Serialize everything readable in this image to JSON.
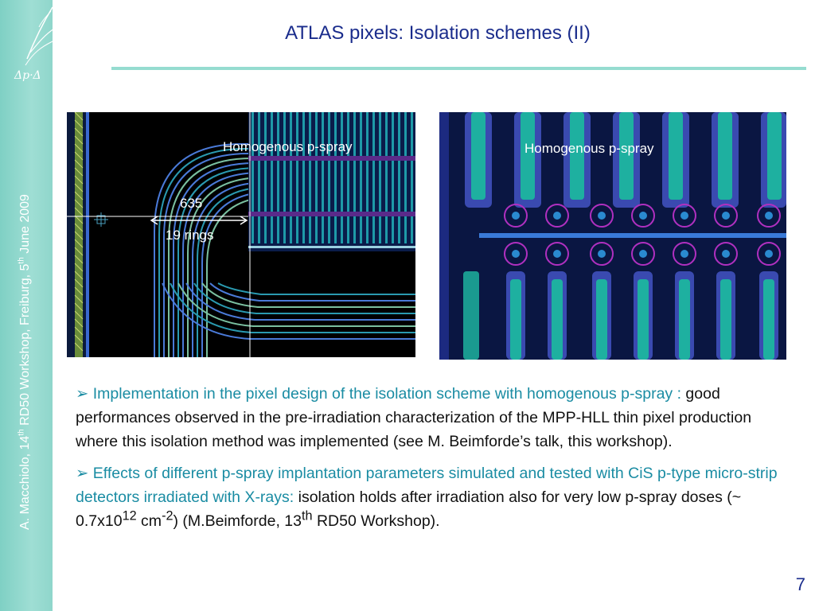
{
  "slide": {
    "title": "ATLAS pixels:  Isolation schemes (II)",
    "page_number": "7"
  },
  "sidebar": {
    "author": "A. Macchiolo, 14",
    "author_sup": "th",
    "event": " RD50 Workshop, Freiburg, 5",
    "event_sup": "th",
    "date": " June 2009"
  },
  "figures": {
    "left": {
      "label": "Homogenous  p-spray",
      "dimension": "635",
      "rings": "19 rings"
    },
    "right": {
      "label": "Homogenous  p-spray"
    }
  },
  "bullets": [
    {
      "marker": "➢",
      "highlight": " Implementation in the pixel design of the isolation scheme with homogenous p-spray :",
      "text": " good performances observed in the pre-irradiation characterization of the MPP-HLL thin pixel production where this isolation method was implemented (see M. Beimforde’s talk, this workshop)."
    },
    {
      "marker": "➢",
      "highlight": " Effects of different p-spray implantation parameters simulated and  tested with CiS p-type micro-strip detectors irradiated with X-rays: ",
      "text_a": " isolation holds after irradiation also for very low p-spray doses (~ 0.7x10",
      "sup_a": "12",
      "text_b": " cm",
      "sup_b": "-2",
      "text_c": ") (M.Beimforde, 13",
      "sup_c": "th",
      "text_d": " RD50 Workshop)."
    }
  ],
  "colors": {
    "title": "#1a2c8c",
    "highlight": "#1a8ca3",
    "sidebar": "#8fd6cb",
    "rule": "#95dcd0"
  }
}
